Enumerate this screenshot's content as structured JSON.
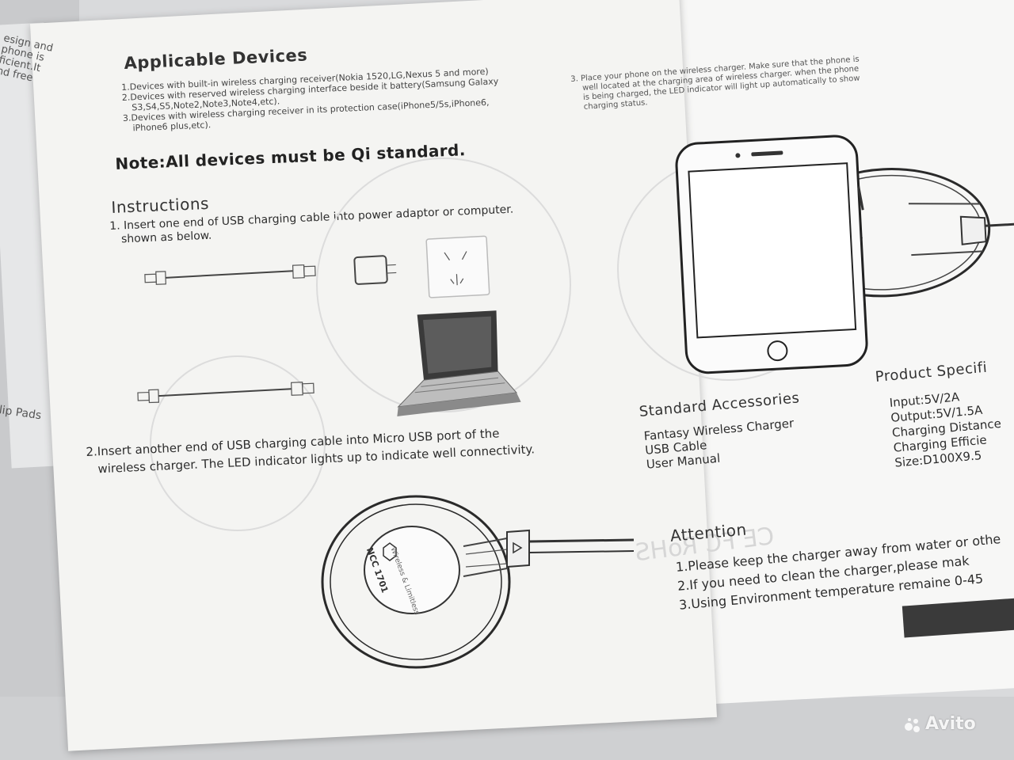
{
  "left_flap": {
    "text_lines": [
      "esign and",
      "phone is",
      "ficient.It",
      "nd free"
    ],
    "bottom_text": "lip Pads"
  },
  "applicable": {
    "title": "Applicable Devices",
    "items": [
      "1.Devices with built-in wireless charging receiver(Nokia 1520,LG,Nexus 5 and more)",
      "2.Devices with reserved wireless charging interface beside it battery(Samsung Galaxy",
      "S3,S4,S5,Note2,Note3,Note4,etc).",
      "3.Devices with wireless charging receiver in its protection case(iPhone5/5s,iPhone6,",
      "iPhone6 plus,etc)."
    ]
  },
  "note": "Note:All devices must be Qi standard.",
  "instructions": {
    "title": "Instructions",
    "step1_line1": "1. Insert one end of USB charging cable into power adaptor or computer.",
    "step1_line2": "shown as below.",
    "step2_line1": "2.Insert another end of USB charging cable into Micro USB port of the",
    "step2_line2": "wireless charger.   The LED indicator lights up to indicate well connectivity.",
    "charger_label": "NCC 1701",
    "charger_sublabel": "Wireless & Limitless"
  },
  "step3": {
    "lines": [
      "3. Place your phone on the wireless charger. Make sure that the phone is",
      "well located at the charging area of wireless charger.  when the phone",
      "is being charged, the LED indicator will light up automatically to show",
      "charging status."
    ]
  },
  "accessories": {
    "title": "Standard Accessories",
    "items": [
      "Fantasy Wireless Charger",
      "USB Cable",
      "User Manual"
    ]
  },
  "spec": {
    "title": "Product Specifi",
    "items": [
      "Input:5V/2A",
      "Output:5V/1.5A",
      "Charging Distance",
      "Charging Efficie",
      "Size:D100X9.5"
    ]
  },
  "attention": {
    "title": "Attention",
    "items": [
      "1.Please keep the charger away from water or othe",
      "2.If you need to clean the charger,please mak",
      "3.Using Environment temperature remaine 0-45"
    ]
  },
  "marks": {
    "cert": "CE FC RoHS"
  },
  "watermark": "Avito"
}
